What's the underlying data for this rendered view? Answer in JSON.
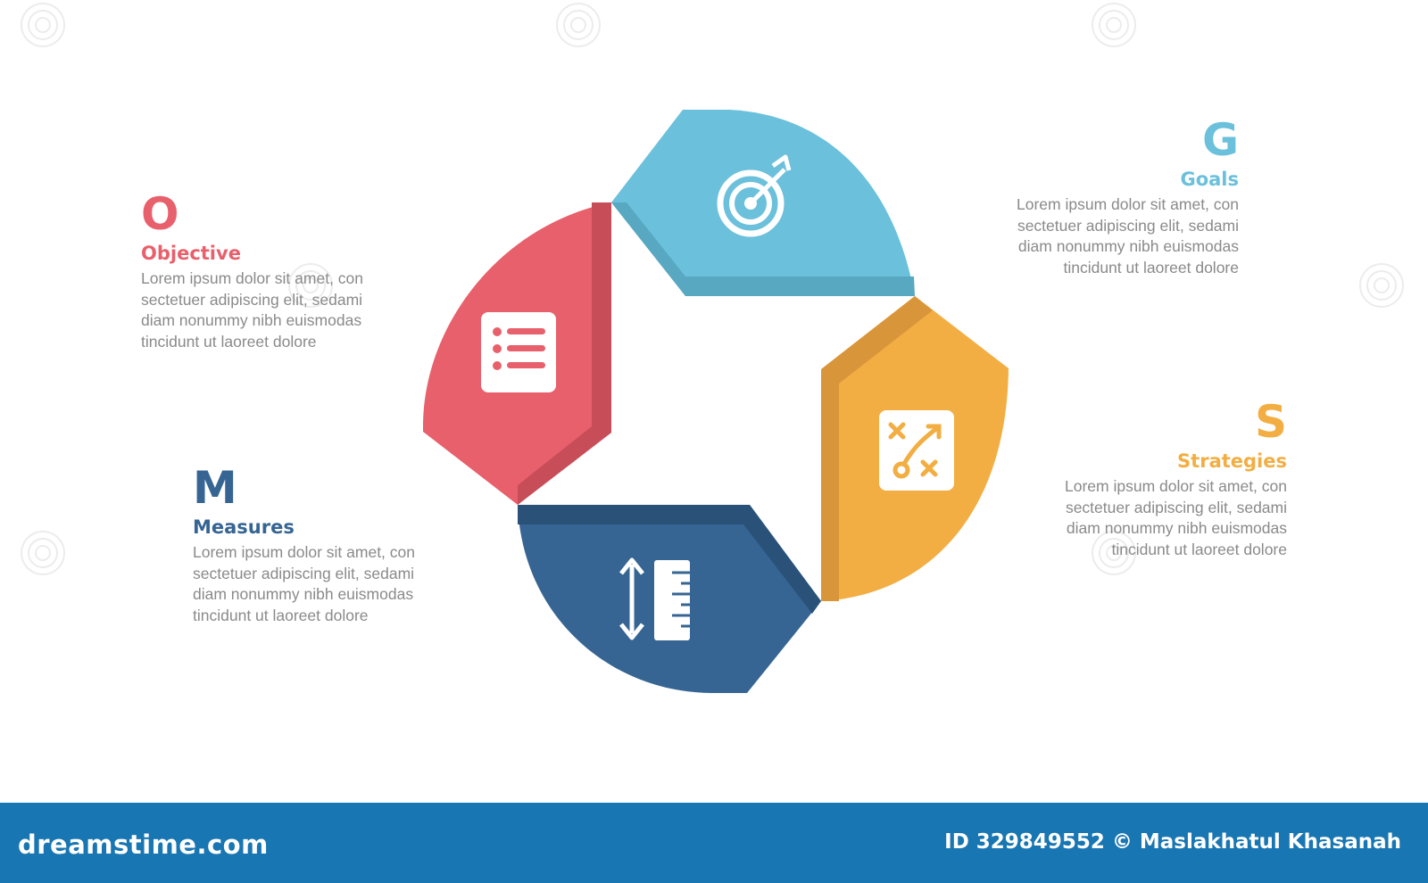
{
  "colors": {
    "objective": "#e8606b",
    "goals": "#6bc0dc",
    "strategies": "#f2ae42",
    "measures": "#366593",
    "footer": "#1876b2"
  },
  "sections": {
    "objective": {
      "letter": "O",
      "title": "Objective",
      "icon": "list-icon",
      "lines": [
        "Lorem ipsum dolor sit amet, con",
        "sectetuer adipiscing elit, sedami",
        "diam nonummy nibh euismodas",
        "tincidunt ut laoreet dolore"
      ]
    },
    "goals": {
      "letter": "G",
      "title": "Goals",
      "icon": "target-icon",
      "lines": [
        "Lorem ipsum dolor sit amet, con",
        "sectetuer adipiscing elit, sedami",
        "diam nonummy nibh euismodas",
        "tincidunt ut laoreet dolore"
      ]
    },
    "strategies": {
      "letter": "S",
      "title": "Strategies",
      "icon": "strategy-board-icon",
      "lines": [
        "Lorem ipsum dolor sit amet, con",
        "sectetuer adipiscing elit, sedami",
        "diam nonummy nibh euismodas",
        "tincidunt ut laoreet dolore"
      ]
    },
    "measures": {
      "letter": "M",
      "title": "Measures",
      "icon": "ruler-icon",
      "lines": [
        "Lorem ipsum dolor sit amet, con",
        "sectetuer adipiscing elit, sedami",
        "diam nonummy nibh euismodas",
        "tincidunt ut laoreet dolore"
      ]
    }
  },
  "footer": {
    "brand": "dreamstime.com",
    "credit": "ID 329849552 © Maslakhatul Khasanah"
  }
}
